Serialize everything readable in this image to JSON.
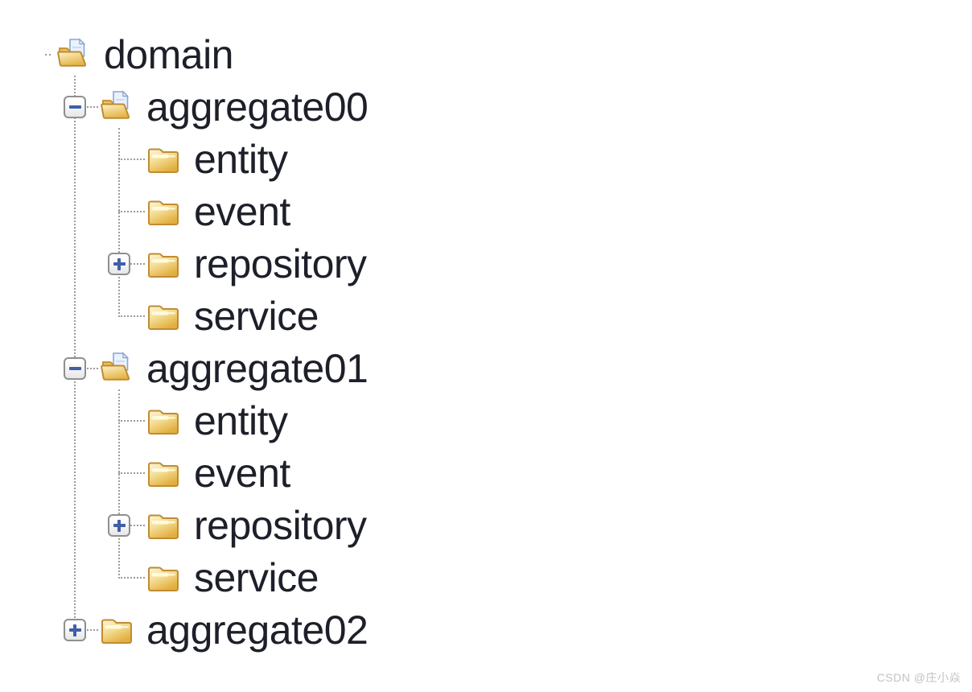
{
  "watermark": {
    "text": "CSDN @庄小焱"
  },
  "colors": {
    "background": "#ffffff",
    "label_text": "#1d1f29",
    "guide_line": "#9c9c9c",
    "expander_border": "#8f8f8f",
    "expander_sign": "#3e5fa9",
    "folder_border": "#c08b33",
    "folder_fill_light": "#fdf6d8",
    "folder_fill_dark": "#e2af3f",
    "paper_fill": "#eaf2fc",
    "paper_border": "#8aa6d2",
    "watermark_text": "#c2c2c2"
  },
  "tree": {
    "rows": [
      {
        "label": "domain",
        "icon": "folder-open-icon",
        "expander": "none",
        "level": 0
      },
      {
        "label": "aggregate00",
        "icon": "folder-open-icon",
        "expander": "minus",
        "level": 1
      },
      {
        "label": "entity",
        "icon": "folder-closed-icon",
        "expander": "none",
        "level": 2
      },
      {
        "label": "event",
        "icon": "folder-closed-icon",
        "expander": "none",
        "level": 2
      },
      {
        "label": "repository",
        "icon": "folder-closed-icon",
        "expander": "plus",
        "level": 2
      },
      {
        "label": "service",
        "icon": "folder-closed-icon",
        "expander": "none",
        "level": 2
      },
      {
        "label": "aggregate01",
        "icon": "folder-open-icon",
        "expander": "minus",
        "level": 1
      },
      {
        "label": "entity",
        "icon": "folder-closed-icon",
        "expander": "none",
        "level": 2
      },
      {
        "label": "event",
        "icon": "folder-closed-icon",
        "expander": "none",
        "level": 2
      },
      {
        "label": "repository",
        "icon": "folder-closed-icon",
        "expander": "plus",
        "level": 2
      },
      {
        "label": "service",
        "icon": "folder-closed-icon",
        "expander": "none",
        "level": 2
      },
      {
        "label": "aggregate02",
        "icon": "folder-closed-icon",
        "expander": "plus",
        "level": 1
      }
    ]
  }
}
